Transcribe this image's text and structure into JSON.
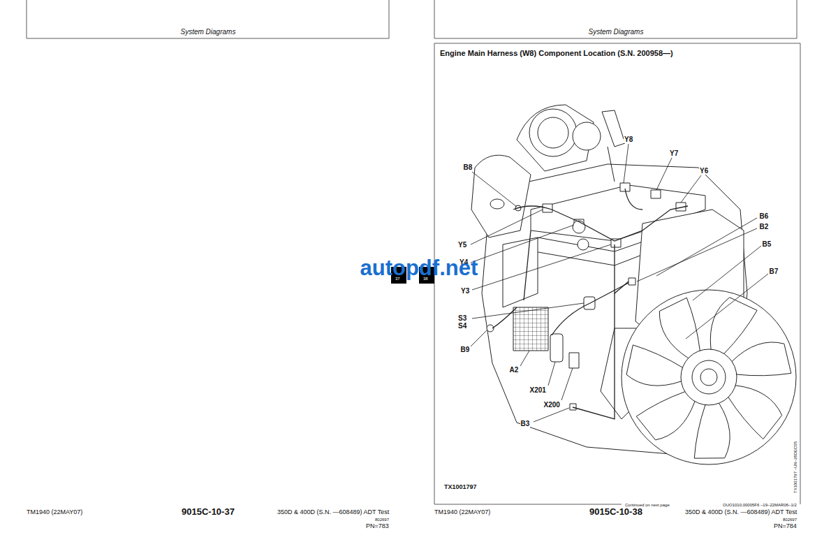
{
  "diagram": {
    "title": "Engine Main Harness (W8) Component Location (S.N. 200958—)",
    "labels": [
      "System Diagrams",
      "TM1940 (22MAY07)",
      "9015C-10-37",
      "350D & 400D (S.N. —608489) ADT Test",
      "802697",
      "PN=783",
      "System Diagrams",
      "Y8",
      "Y7",
      "Y6",
      "B8",
      "B6",
      "B2",
      "B5",
      "Y5",
      "Y4",
      "Y3",
      "B7",
      "S3",
      "S4",
      "B9",
      "A2",
      "X201",
      "X200",
      "B3",
      "TX1001797",
      "TX1001797 –UN–28DEC05",
      "Continued on next page",
      "OUO1010,00005F6 –19–22MAR06–1/2",
      "TM1940 (22MAY07)",
      "9015C-10-38",
      "350D & 400D (S.N. —608489) ADT Test",
      "802697",
      "PN=784",
      "autopdf.net",
      "37",
      "38"
    ]
  }
}
